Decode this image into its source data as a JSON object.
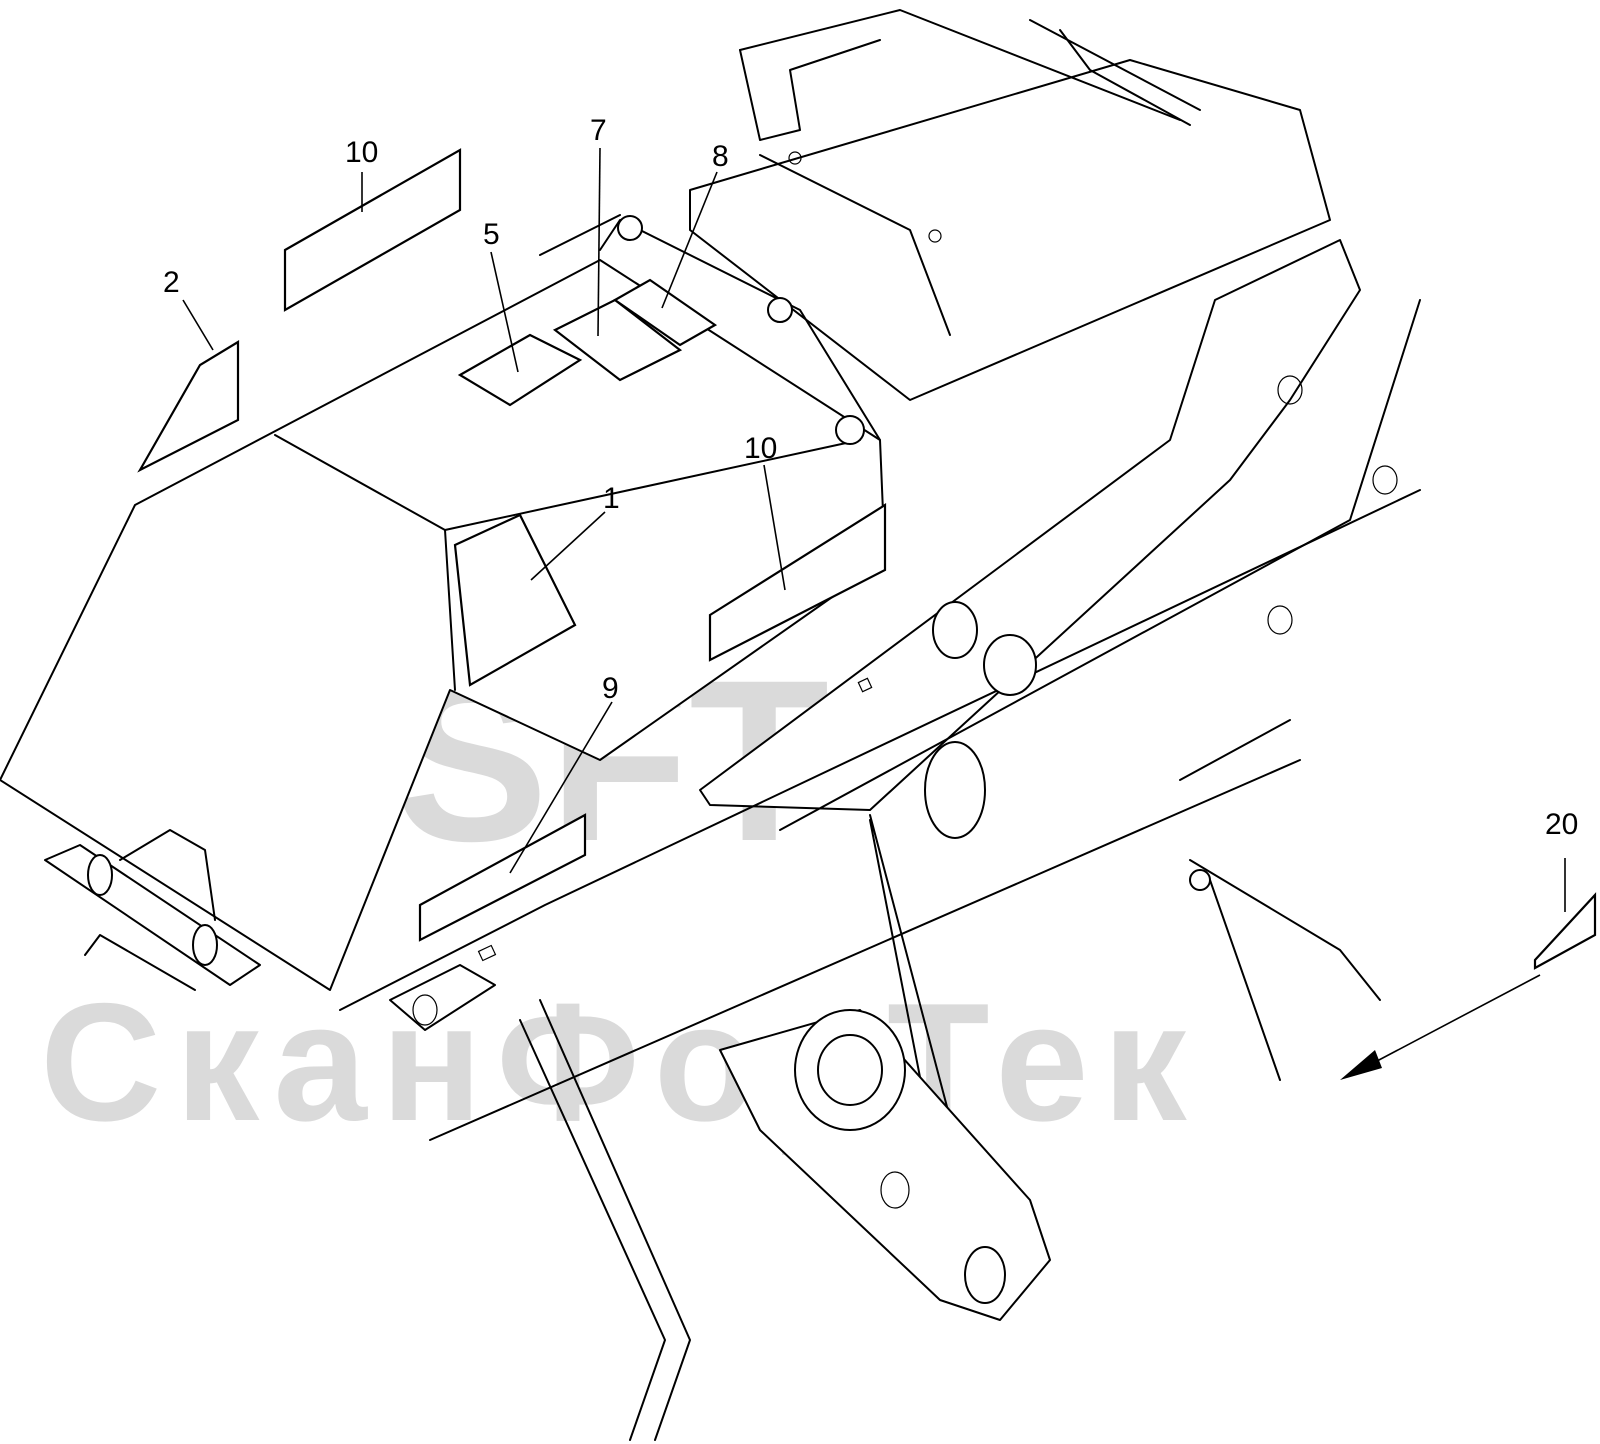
{
  "watermark": {
    "logo_text": "SFT",
    "brand_text": "СканФорТек"
  },
  "callouts": [
    {
      "id": "c-10a",
      "label": "10"
    },
    {
      "id": "c-2",
      "label": "2"
    },
    {
      "id": "c-5",
      "label": "5"
    },
    {
      "id": "c-7",
      "label": "7"
    },
    {
      "id": "c-8",
      "label": "8"
    },
    {
      "id": "c-10b",
      "label": "10"
    },
    {
      "id": "c-1",
      "label": "1"
    },
    {
      "id": "c-9",
      "label": "9"
    },
    {
      "id": "c-20",
      "label": "20"
    }
  ],
  "colors": {
    "line": "#000000",
    "watermark": "#bdbdbd",
    "background": "#ffffff"
  }
}
